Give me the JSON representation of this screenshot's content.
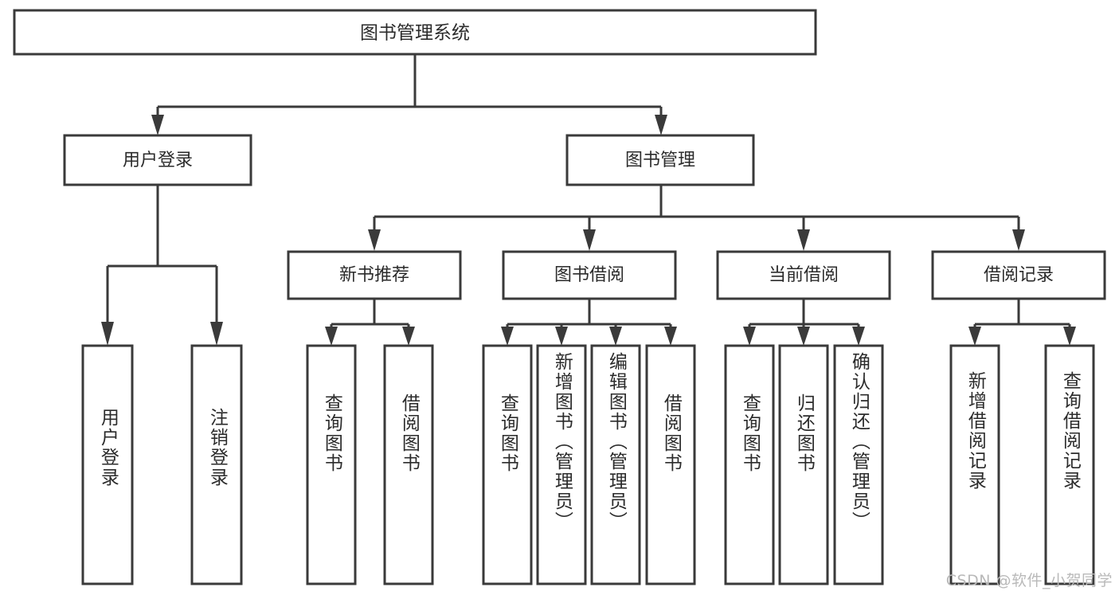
{
  "diagram": {
    "title": "图书管理系统",
    "type": "tree-hierarchy-diagram",
    "colors": {
      "stroke": "#3a3a3a",
      "box_fill": "#ffffff",
      "text": "#2b2b2b",
      "background": "#ffffff",
      "watermark": "#b9b9b9"
    },
    "root": {
      "label": "图书管理系统"
    },
    "level2": [
      {
        "label": "用户登录"
      },
      {
        "label": "图书管理"
      }
    ],
    "level3": [
      {
        "label": "新书推荐"
      },
      {
        "label": "图书借阅"
      },
      {
        "label": "当前借阅"
      },
      {
        "label": "借阅记录"
      }
    ],
    "leaves": {
      "user_login": [
        {
          "label": "用户登录"
        },
        {
          "label": "注销登录"
        }
      ],
      "new_book_recommend": [
        {
          "label": "查询图书"
        },
        {
          "label": "借阅图书"
        }
      ],
      "book_borrow": [
        {
          "label": "查询图书"
        },
        {
          "label": "新增图书（管理员）"
        },
        {
          "label": "编辑图书（管理员）"
        },
        {
          "label": "借阅图书"
        }
      ],
      "current_borrow": [
        {
          "label": "查询图书"
        },
        {
          "label": "归还图书"
        },
        {
          "label": "确认归还（管理员）"
        }
      ],
      "borrow_record": [
        {
          "label": "新增借阅记录"
        },
        {
          "label": "查询借阅记录"
        }
      ]
    },
    "watermark": "CSDN @软件_小贺同学"
  }
}
